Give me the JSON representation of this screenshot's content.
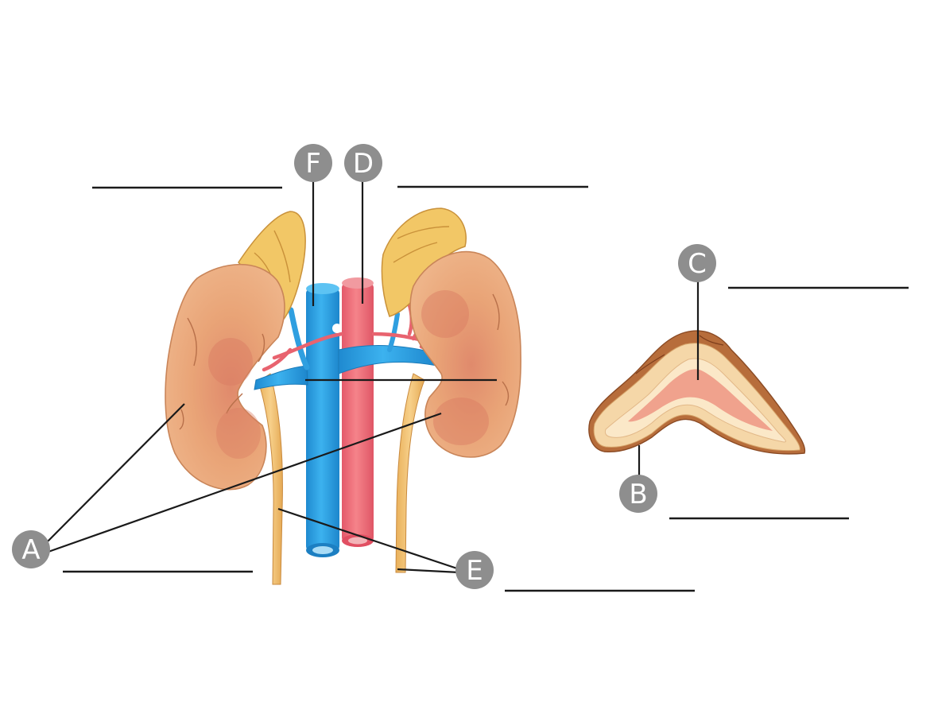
{
  "labels": {
    "A": "A",
    "B": "B",
    "C": "C",
    "D": "D",
    "E": "E",
    "F": "F"
  },
  "colors": {
    "badge": "#8e8e8e",
    "kidney": "#e9a877",
    "kidney_dark": "#d77f63",
    "adrenal": "#f2c766",
    "ureter": "#f0c270",
    "vein": "#2f9fe0",
    "artery": "#ee6d78",
    "cortex": "#c97a48",
    "medulla": "#f5d7a8",
    "core": "#ee9a86"
  }
}
